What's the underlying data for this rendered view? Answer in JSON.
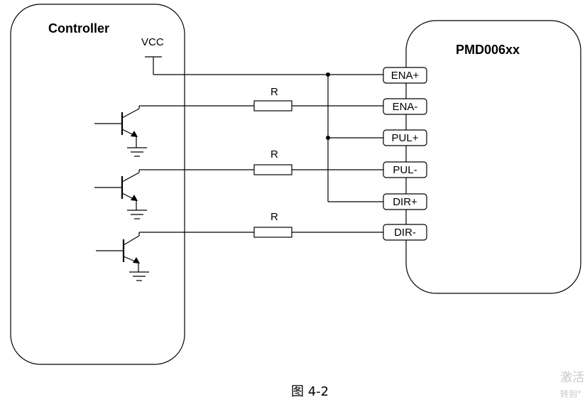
{
  "controller": {
    "title": "Controller",
    "vcc_label": "VCC"
  },
  "driver": {
    "title": "PMD006xx",
    "pins": [
      "ENA+",
      "ENA-",
      "PUL+",
      "PUL-",
      "DIR+",
      "DIR-"
    ]
  },
  "resistors": [
    "R",
    "R",
    "R"
  ],
  "caption": "图 4-2",
  "watermark": {
    "line1": "激活",
    "line2": "转到\""
  }
}
